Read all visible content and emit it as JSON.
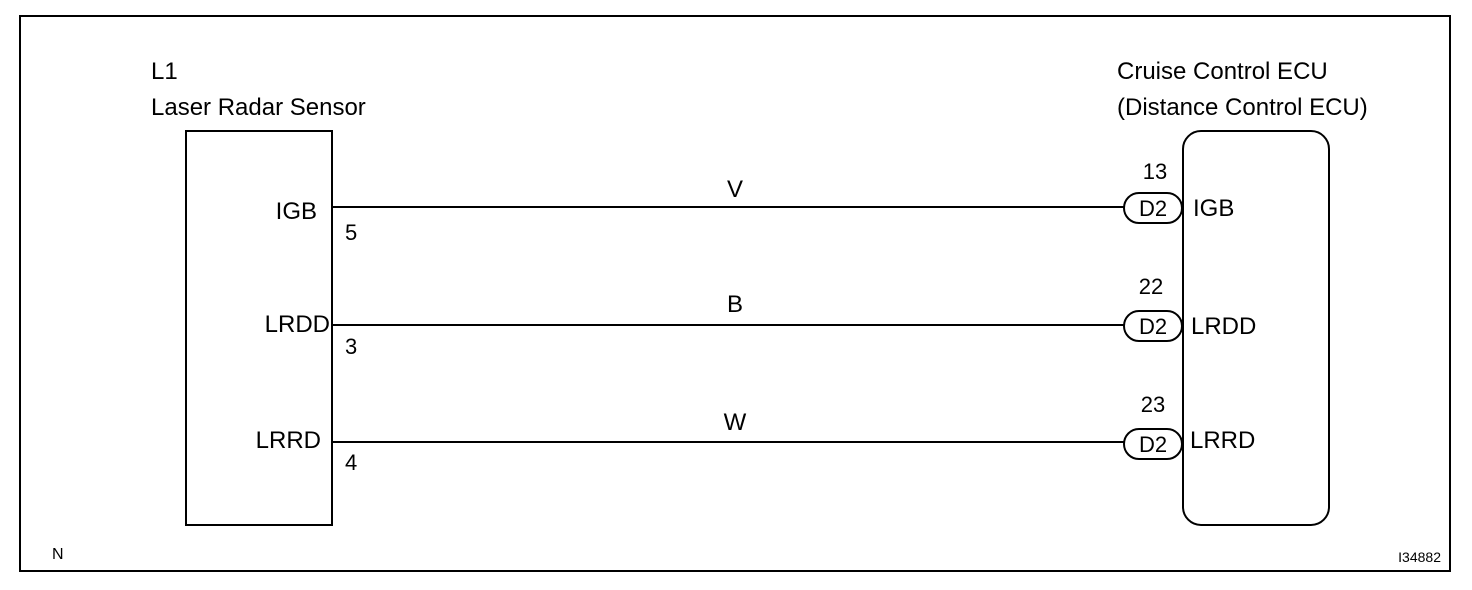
{
  "left_component": {
    "code": "L1",
    "name": "Laser Radar Sensor"
  },
  "right_component": {
    "name_line1": "Cruise Control ECU",
    "name_line2": "(Distance Control ECU)"
  },
  "wires": [
    {
      "left_terminal": "IGB",
      "left_pin": "5",
      "color": "V",
      "connector": "D2",
      "right_pin": "13",
      "right_terminal": "IGB"
    },
    {
      "left_terminal": "LRDD",
      "left_pin": "3",
      "color": "B",
      "connector": "D2",
      "right_pin": "22",
      "right_terminal": "LRDD"
    },
    {
      "left_terminal": "LRRD",
      "left_pin": "4",
      "color": "W",
      "connector": "D2",
      "right_pin": "23",
      "right_terminal": "LRRD"
    }
  ],
  "footer": {
    "corner_mark": "N",
    "figure_id": "I34882"
  }
}
